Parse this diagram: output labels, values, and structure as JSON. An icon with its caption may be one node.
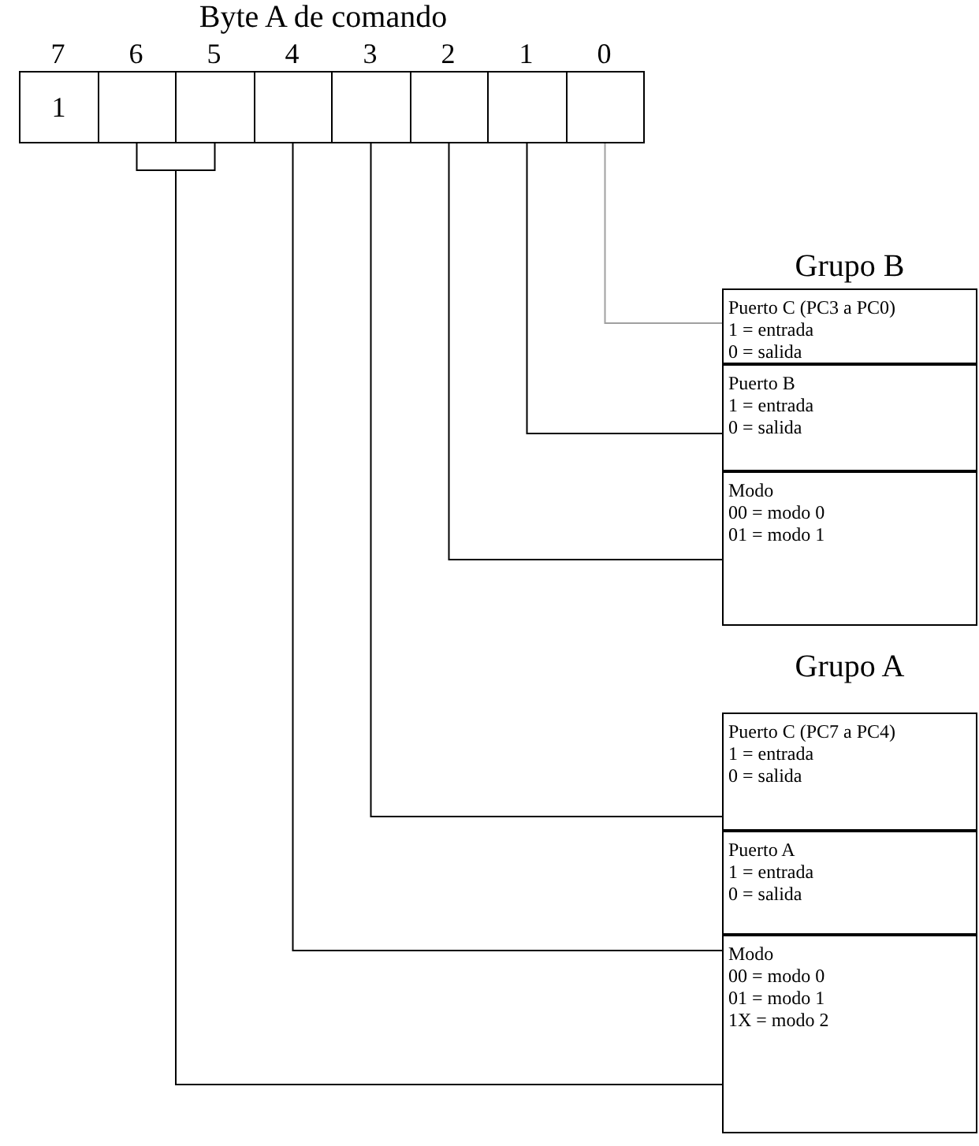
{
  "diagram": {
    "title": "Byte A de comando",
    "nodes": [
      {
        "text": [
          "1"
        ]
      },
      {
        "text": [],
        "shape": "box"
      },
      {
        "text": [],
        "shape": "box"
      },
      {
        "text": [],
        "shape": "box"
      },
      {
        "text": [],
        "shape": "box"
      },
      {
        "text": [],
        "shape": "box"
      },
      {
        "text": [],
        "shape": "box"
      },
      {
        "text": [],
        "shape": "box"
      },
      {
        "text": [
          "Puerto C (PC3 a PC0)",
          "1 = entrada",
          "0 = salida"
        ]
      },
      {
        "text": [
          "Puerto B",
          "1 = entrada",
          "0 = salida"
        ]
      },
      {
        "text": [
          "Modo",
          "00 = modo 0",
          "01 = modo 1"
        ]
      },
      {
        "text": [
          "Puerto C (PC7 a PC4)",
          "1 = entrada",
          "0 = salida"
        ]
      },
      {
        "text": [
          "Puerto A",
          "1 = entrada",
          "0 = salida"
        ]
      },
      {
        "text": [
          "Modo",
          "00 = modo 0",
          "01 = modo 1",
          "1X = modo 2"
        ]
      }
    ],
    "edges": [
      {
        "from": 7,
        "to": 8,
        "arrow": "none",
        "color": "#a0a0a0"
      },
      {
        "from": 6,
        "to": 9,
        "arrow": "none"
      },
      {
        "from": 5,
        "to": 10,
        "arrow": "none"
      },
      {
        "from": 4,
        "to": 11,
        "arrow": "none"
      },
      {
        "from": 3,
        "to": 12,
        "arrow": "none"
      },
      {
        "from": 1,
        "to": 13,
        "arrow": "none"
      },
      {
        "from": 2,
        "to": 13,
        "arrow": "none"
      }
    ],
    "labels": [
      "7",
      "6",
      "5",
      "4",
      "3",
      "2",
      "1",
      "0",
      "Grupo B",
      "Grupo A"
    ]
  }
}
